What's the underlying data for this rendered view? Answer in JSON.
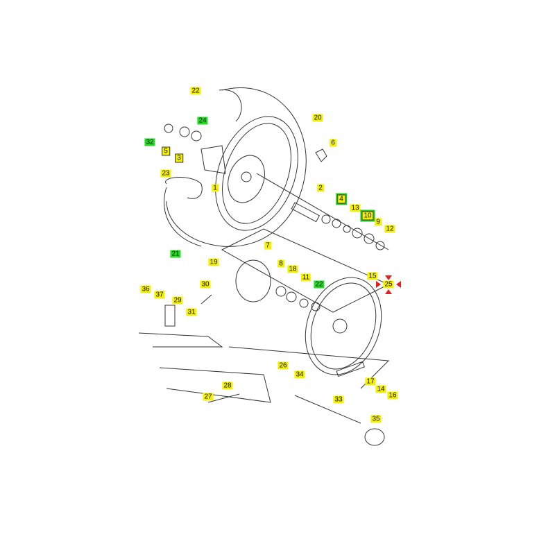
{
  "diagram": {
    "title": "Rear wheel exploded parts diagram",
    "colors": {
      "yellow_tag": "#f4f000",
      "green_tag": "#22dd22",
      "marker": "#e52020",
      "line": "#333333"
    },
    "labels": [
      {
        "text": "22",
        "style": "yellow"
      },
      {
        "text": "24",
        "style": "green"
      },
      {
        "text": "20",
        "style": "yellow"
      },
      {
        "text": "32",
        "style": "green"
      },
      {
        "text": "5",
        "style": "boxed"
      },
      {
        "text": "3",
        "style": "boxed"
      },
      {
        "text": "6",
        "style": "yellow"
      },
      {
        "text": "23",
        "style": "yellow"
      },
      {
        "text": "1",
        "style": "yellow"
      },
      {
        "text": "2",
        "style": "yellow"
      },
      {
        "text": "4",
        "style": "boxed-green"
      },
      {
        "text": "13",
        "style": "yellow"
      },
      {
        "text": "10",
        "style": "boxed-green"
      },
      {
        "text": "9",
        "style": "yellow"
      },
      {
        "text": "12",
        "style": "yellow"
      },
      {
        "text": "21",
        "style": "green"
      },
      {
        "text": "19",
        "style": "yellow"
      },
      {
        "text": "7",
        "style": "yellow"
      },
      {
        "text": "8",
        "style": "yellow"
      },
      {
        "text": "18",
        "style": "yellow"
      },
      {
        "text": "11",
        "style": "yellow"
      },
      {
        "text": "22",
        "style": "green"
      },
      {
        "text": "15",
        "style": "yellow"
      },
      {
        "text": "25",
        "style": "yellow"
      },
      {
        "text": "36",
        "style": "yellow"
      },
      {
        "text": "37",
        "style": "yellow"
      },
      {
        "text": "29",
        "style": "yellow"
      },
      {
        "text": "30",
        "style": "yellow"
      },
      {
        "text": "31",
        "style": "yellow"
      },
      {
        "text": "26",
        "style": "yellow"
      },
      {
        "text": "34",
        "style": "yellow"
      },
      {
        "text": "28",
        "style": "yellow"
      },
      {
        "text": "27",
        "style": "yellow"
      },
      {
        "text": "33",
        "style": "yellow"
      },
      {
        "text": "35",
        "style": "yellow"
      },
      {
        "text": "17",
        "style": "yellow"
      },
      {
        "text": "14",
        "style": "yellow"
      },
      {
        "text": "16",
        "style": "yellow"
      }
    ]
  }
}
